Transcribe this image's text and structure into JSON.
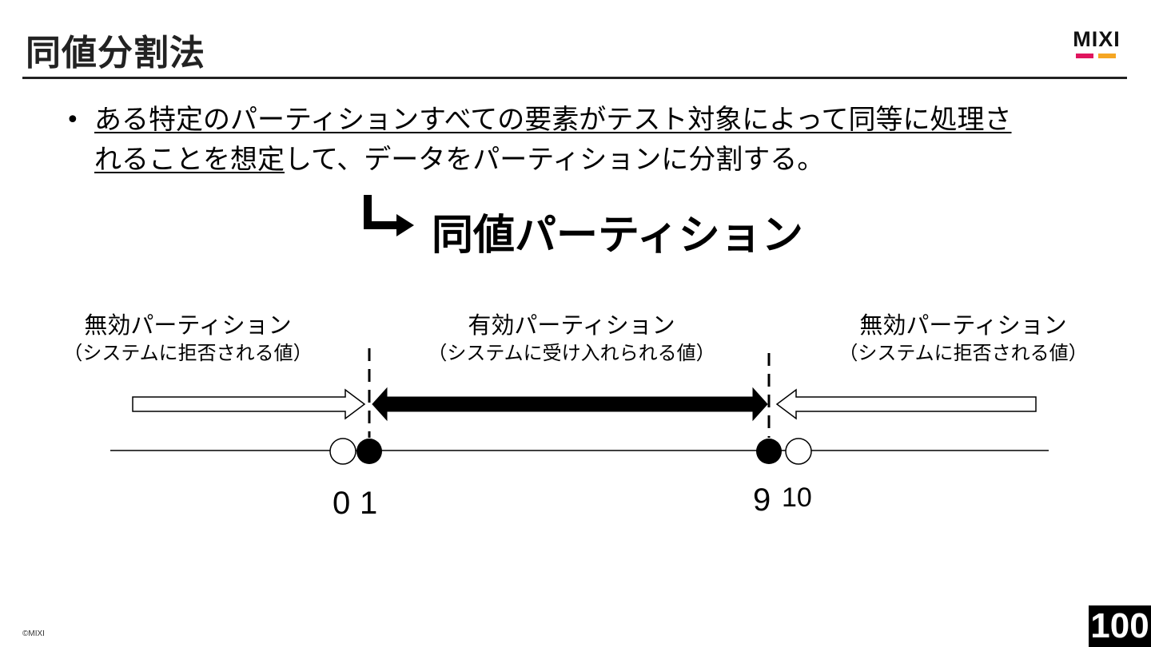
{
  "slide": {
    "title": "同値分割法",
    "logo": "MIXI",
    "brand_colors": {
      "magenta": "#e0155e",
      "orange": "#f5a623"
    },
    "bullet_icon": "bullet-dot",
    "bullet_line1": "ある特定のパーティションすべての要素がテスト対象によって同等に処理さ",
    "bullet_line2_underlined": "れることを想定",
    "bullet_line2_rest": "して、データをパーティションに分割する。",
    "arrow_icon": "turn-right-arrow-icon",
    "headline": "同値パーティション",
    "copyright": "©MIXI",
    "page_number": "100"
  },
  "diagram": {
    "left_partition": {
      "name": "無効パーティション",
      "sub": "（システムに拒否される値）"
    },
    "middle_partition": {
      "name": "有効パーティション",
      "sub": "（システムに受け入れられる値）"
    },
    "right_partition": {
      "name": "無効パーティション",
      "sub": "（システムに拒否される値）"
    },
    "values": {
      "v0": "0",
      "v1": "1",
      "v9": "9",
      "v10": "10"
    }
  }
}
